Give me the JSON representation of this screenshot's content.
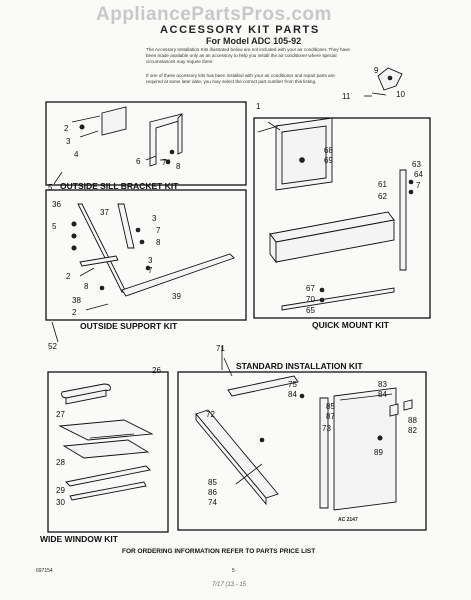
{
  "watermark": "AppliancePartsPros.com",
  "header": {
    "title": "ACCESSORY KIT PARTS",
    "model": "For Model  ADC 105-92",
    "paragraph1": "The Accessory Installation Kits illustrated below are not included with your air conditioner. They have been made available only as an accessory to help you install the air conditioner where special circumstances may require them.",
    "paragraph2": "If one of these accessory kits has been installed with your air conditioner and repair parts are required at some later date, you may select the correct part number from this listing."
  },
  "kits": {
    "outside_sill": "OUTSIDE SILL BRACKET KIT",
    "outside_support": "OUTSIDE SUPPORT KIT",
    "quick_mount": "QUICK MOUNT KIT",
    "standard": "STANDARD INSTALLATION KIT",
    "wide_window": "WIDE WINDOW KIT"
  },
  "callouts": {
    "c1": "1",
    "c2a": "2",
    "c3a": "3",
    "c4": "4",
    "c5": "5",
    "c6": "6",
    "c7a": "7",
    "c8a": "8",
    "c9": "9",
    "c10": "10",
    "c11": "11",
    "c36": "36",
    "c37": "37",
    "c3b": "3",
    "c7b": "7",
    "c8b": "8",
    "c5b": "5",
    "c3c": "3",
    "c7c": "7",
    "c2b": "2",
    "c8c": "8",
    "c38": "38",
    "c2c": "2",
    "c39": "39",
    "c52": "52",
    "c68": "68",
    "c69": "69",
    "c63": "63",
    "c64": "64",
    "c7d": "7",
    "c61": "61",
    "c62": "62",
    "c67": "67",
    "c70": "70",
    "c65": "65",
    "c26": "26",
    "c27": "27",
    "c28": "28",
    "c29": "29",
    "c30": "30",
    "c71": "71",
    "c75": "75",
    "c84a": "84",
    "c83": "83",
    "c84b": "84",
    "c85a": "85",
    "c87": "87",
    "c72": "72",
    "c73": "73",
    "c88": "88",
    "c82": "82",
    "c89": "89",
    "c85b": "85",
    "c86": "86",
    "c74": "74"
  },
  "footer": {
    "ordering": "FOR ORDERING INFORMATION REFER TO PARTS PRICE LIST",
    "code": "AC 2147",
    "doc_number": "697154",
    "page": "5",
    "handwritten": "7/17 (13 - 15"
  },
  "colors": {
    "ink": "#111111",
    "watermark": "#c8c8c8",
    "paper": "#fafaf8"
  }
}
